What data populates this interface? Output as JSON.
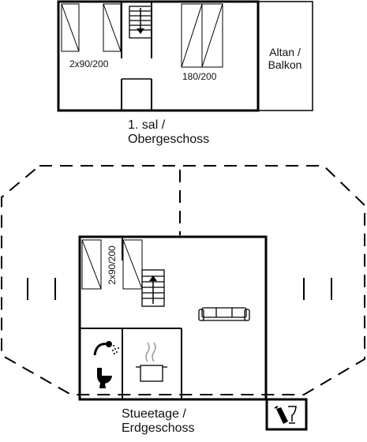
{
  "upper_floor": {
    "bed_left_label": "2x90/200",
    "bed_right_label": "180/200",
    "balcony_label_line1": "Altan /",
    "balcony_label_line2": "Balkon",
    "floor_name_line1": "1. sal /",
    "floor_name_line2": "Obergeschoss"
  },
  "ground_floor": {
    "bed_label": "2x90/200",
    "floor_name_line1": "Stueetage /",
    "floor_name_line2": "Erdgeschoss"
  },
  "icons": {
    "stairs_down": "stairs-down-arrow",
    "stairs_up": "stairs-up-arrow",
    "sofa": "sofa-icon",
    "shower": "shower-icon",
    "toilet": "toilet-icon",
    "stove": "cooking-pot-icon",
    "wine": "wine-bottle-glass-icon"
  },
  "colors": {
    "wall": "#000000",
    "background": "#ffffff"
  }
}
